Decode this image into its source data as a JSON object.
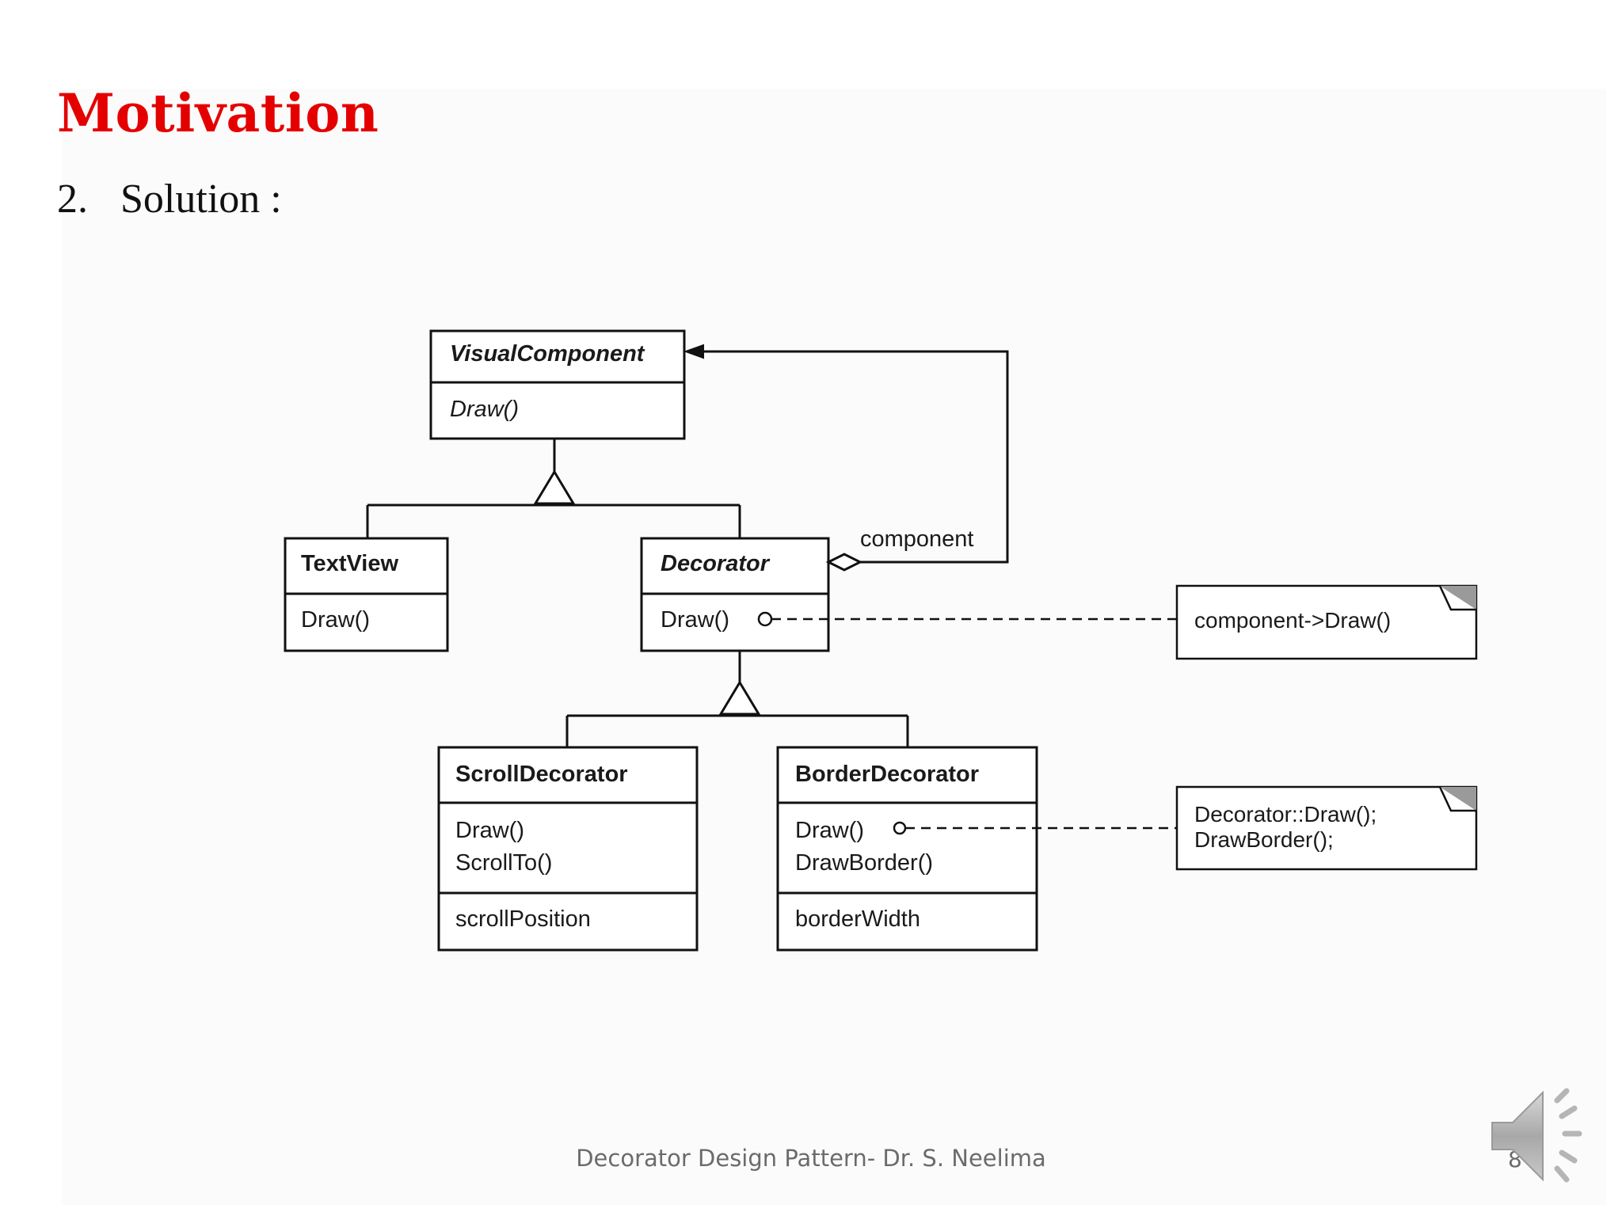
{
  "slide": {
    "title": "Motivation",
    "point_number": "2.",
    "point_text": "Solution :",
    "footer": "Decorator Design Pattern- Dr. S. Neelima",
    "page_number": "8"
  },
  "diagram": {
    "classes": {
      "visual_component": {
        "name": "VisualComponent",
        "operations": [
          "Draw()"
        ]
      },
      "text_view": {
        "name": "TextView",
        "operations": [
          "Draw()"
        ]
      },
      "decorator": {
        "name": "Decorator",
        "operations": [
          "Draw()"
        ]
      },
      "scroll_decorator": {
        "name": "ScrollDecorator",
        "operations": [
          "Draw()",
          "ScrollTo()"
        ],
        "attributes": [
          "scrollPosition"
        ]
      },
      "border_decorator": {
        "name": "BorderDecorator",
        "operations": [
          "Draw()",
          "DrawBorder()"
        ],
        "attributes": [
          "borderWidth"
        ]
      }
    },
    "association_label": "component",
    "notes": {
      "decorator_draw": [
        "component->Draw()"
      ],
      "border_draw": [
        "Decorator::Draw();",
        "DrawBorder();"
      ]
    }
  },
  "icons": {
    "speaker": "speaker-icon"
  },
  "colors": {
    "title": "#e50000",
    "footer": "#6b6b6b"
  }
}
